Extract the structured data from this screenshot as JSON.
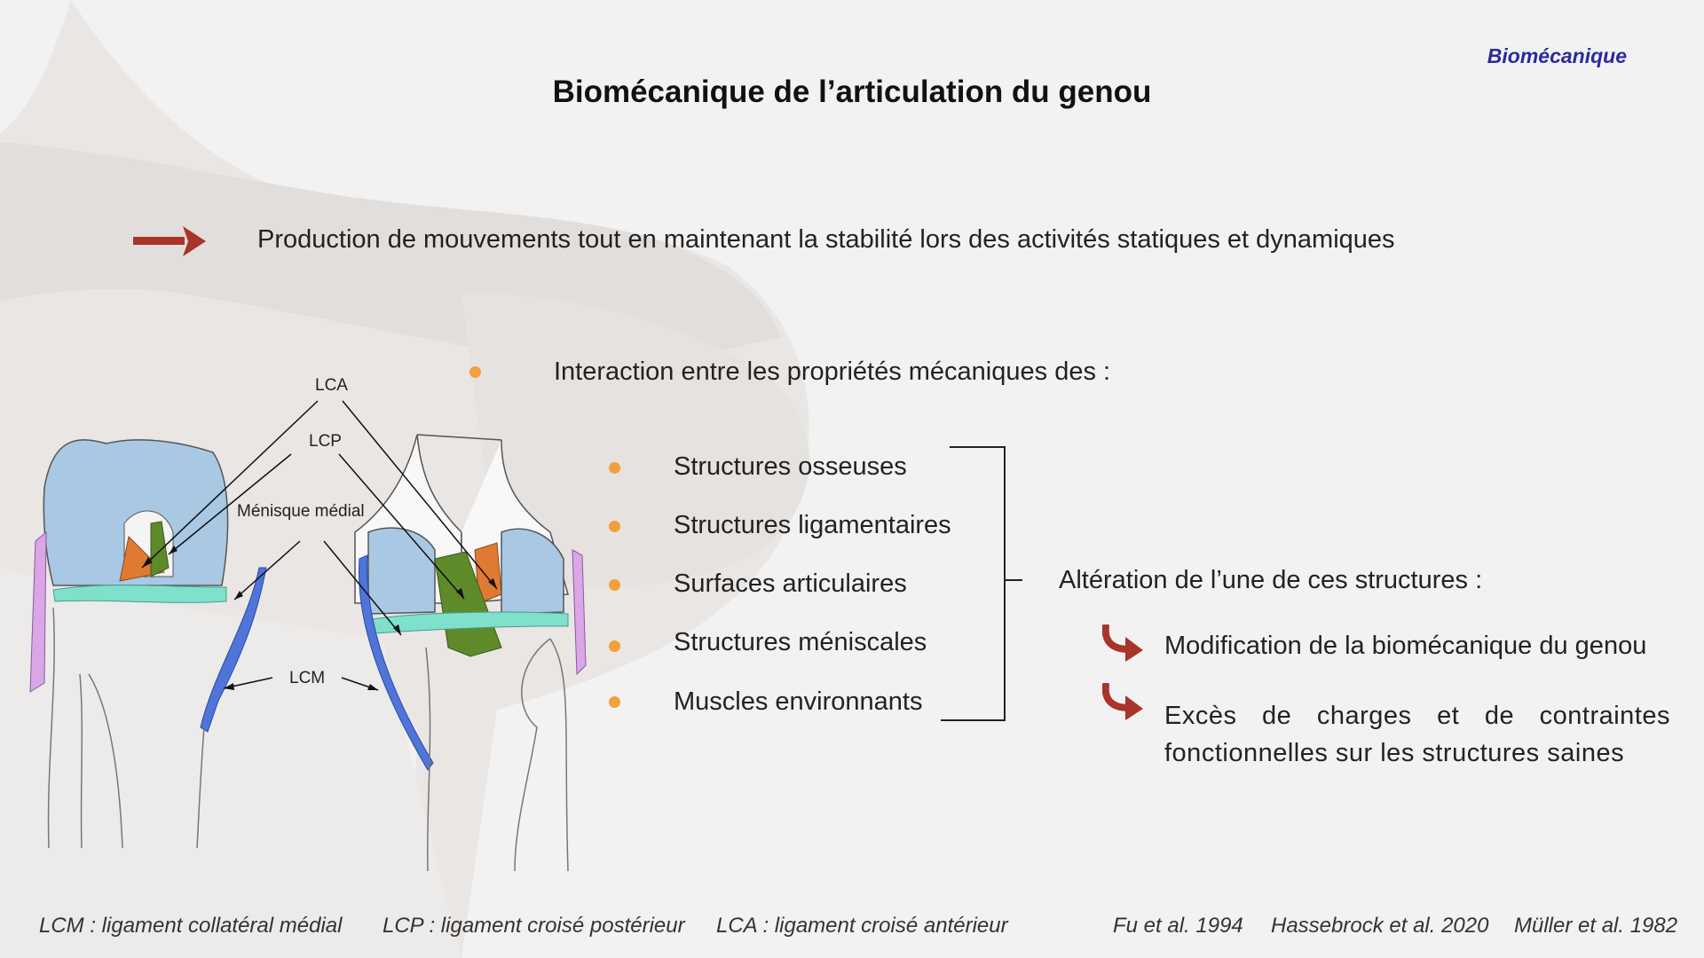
{
  "header": {
    "section_tag": "Biomécanique",
    "title": "Biomécanique de l’articulation du genou"
  },
  "statement": "Production de mouvements tout en maintenant la stabilité lors des activités statiques et dynamiques",
  "interaction": "Interaction entre les propriétés mécaniques des :",
  "structures": [
    "Structures osseuses",
    "Structures ligamentaires",
    "Surfaces articulaires",
    "Structures méniscales",
    "Muscles environnants"
  ],
  "alteration": {
    "heading": "Altération de l’une de ces structures :",
    "consequences": [
      "Modification de la biomécanique du genou",
      "Excès de charges et de contraintes fonctionnelles sur les structures saines"
    ]
  },
  "diagram_labels": {
    "lca": "LCA",
    "lcp": "LCP",
    "menisque": "Ménisque médial",
    "lcm": "LCM"
  },
  "footer": {
    "abbreviations": [
      "LCM : ligament collatéral médial",
      "LCP : ligament croisé postérieur",
      "LCA : ligament croisé antérieur"
    ],
    "references": [
      "Fu et al. 1994",
      "Hassebrock et al. 2020",
      "Müller et al. 1982"
    ]
  },
  "colors": {
    "accent_arrow": "#a8342a",
    "bullet": "#f0a03c",
    "section_tag": "#2a2a9a",
    "bone": "#a9c8e4",
    "meniscus": "#7fe0cc",
    "lcm": "#4f75d8",
    "lca_lcp_green": "#5f8a2a",
    "lca_lcp_orange": "#e07a32"
  },
  "icons": {
    "main_arrow": "right-arrow-icon",
    "consequence": "curved-arrow-icon",
    "bullet": "dot-bullet-icon"
  }
}
